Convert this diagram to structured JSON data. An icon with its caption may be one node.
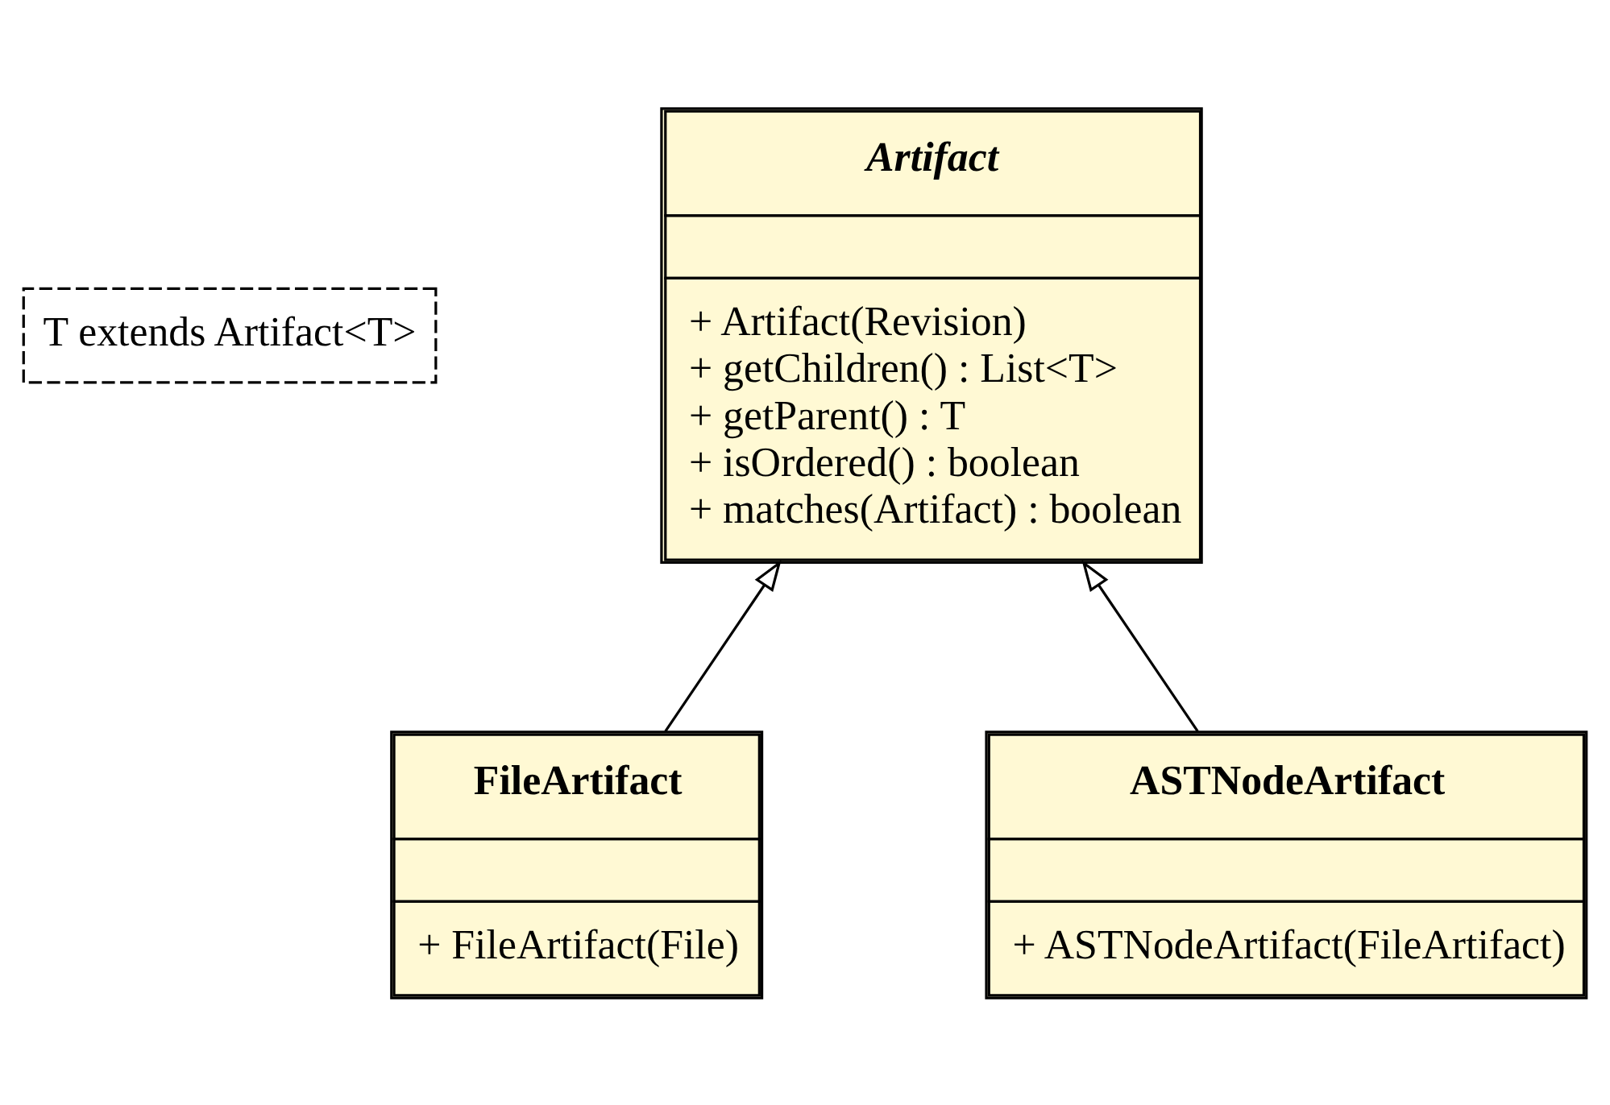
{
  "diagram": {
    "nodes": [
      {
        "text": [
          "T extends Artifact<T>"
        ]
      },
      {
        "text": [
          "Artifact",
          "+ Artifact(Revision)",
          "+ getChildren() : List<T>",
          "+ getParent() : T",
          "+ isOrdered() : boolean",
          "+ matches(Artifact) : boolean"
        ]
      },
      {
        "text": [
          "FileArtifact",
          "+ FileArtifact(File)"
        ]
      },
      {
        "text": [
          "ASTNodeArtifact",
          "+ ASTNodeArtifact(FileArtifact)"
        ]
      }
    ],
    "edges": [
      {
        "from": 2,
        "to": 1,
        "arrow": "to"
      },
      {
        "from": 3,
        "to": 1,
        "arrow": "to"
      }
    ]
  }
}
